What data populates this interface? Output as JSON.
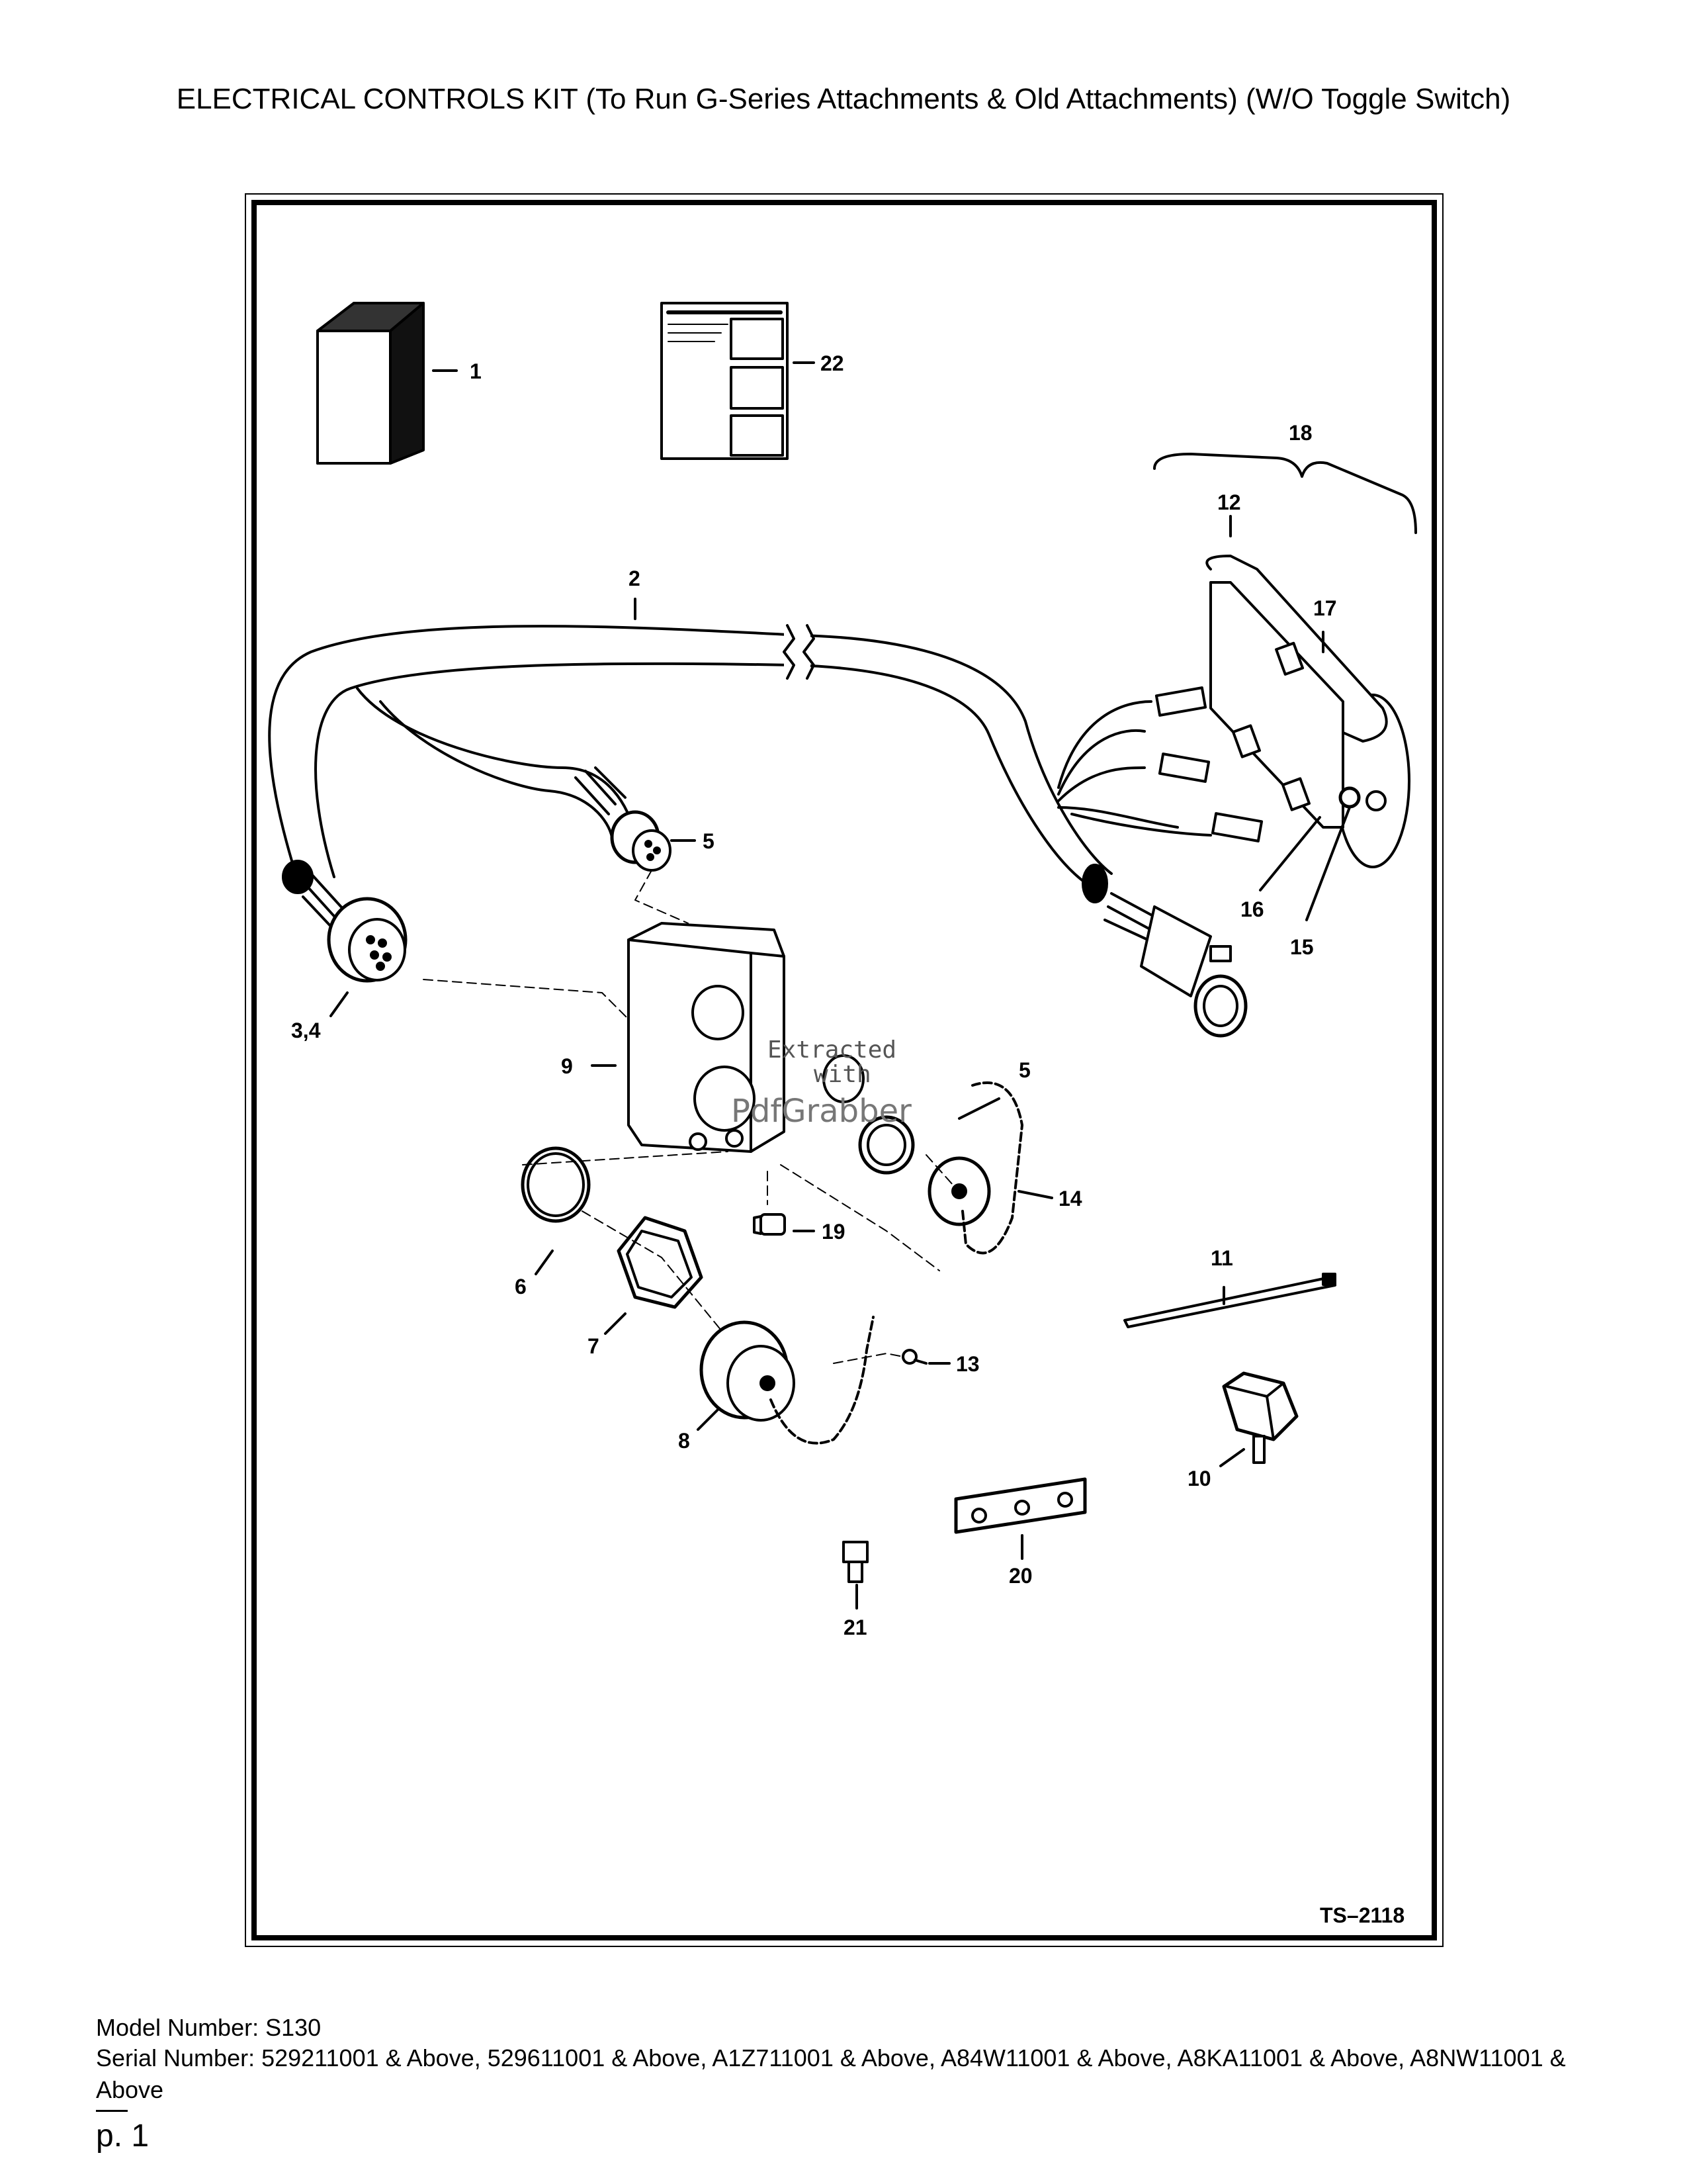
{
  "title": "ELECTRICAL CONTROLS KIT (To Run G-Series Attachments & Old Attachments) (W/O Toggle Switch)",
  "figure": {
    "code": "TS–2118",
    "callouts": {
      "c1": "1",
      "c22": "22",
      "c18": "18",
      "c12": "12",
      "c2": "2",
      "c17": "17",
      "c5a": "5",
      "c16": "16",
      "c15": "15",
      "c34": "3,4",
      "c9": "9",
      "c5b": "5",
      "c14": "14",
      "c19": "19",
      "c6": "6",
      "c11": "11",
      "c7": "7",
      "c13": "13",
      "c8": "8",
      "c10": "10",
      "c20": "20",
      "c21": "21"
    },
    "watermark": {
      "line1": "Extracted",
      "line2": "with",
      "line3": "PdfGrabber"
    }
  },
  "footer": {
    "model": "Model Number: S130",
    "serial": "Serial Number: 529211001 & Above, 529611001 & Above, A1Z711001 & Above, A84W11001 & Above, A8KA11001 & Above, A8NW11001 & Above",
    "page": "p. 1"
  }
}
